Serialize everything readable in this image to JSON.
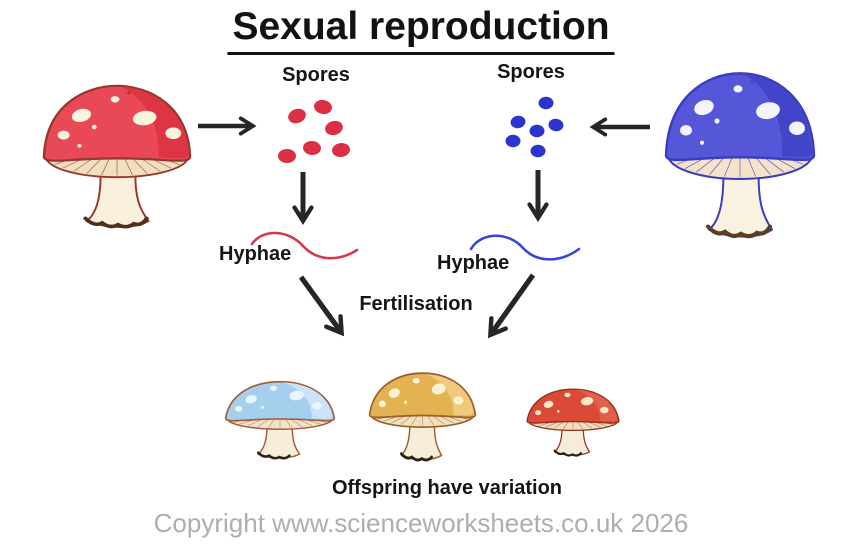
{
  "title": "Sexual reproduction",
  "labels": {
    "spores_left": "Spores",
    "spores_right": "Spores",
    "hyphae_left": "Hyphae",
    "hyphae_right": "Hyphae",
    "fertilisation": "Fertilisation",
    "offspring": "Offspring have variation"
  },
  "footer": {
    "copyright": "Copyright www.scienceworksheets.co.uk 2026"
  },
  "colors": {
    "background": "#FFFFFF",
    "arrow": "#262626",
    "text": "#151515",
    "copyright_text": "#AFAEAE",
    "wave_red": "#D63850",
    "wave_blue": "#3A45D8"
  },
  "spores": {
    "left": {
      "count": 6,
      "color": "#DC2E44"
    },
    "right": {
      "count": 6,
      "color": "#2B35CE"
    }
  },
  "mushrooms": {
    "parent_red": {
      "kind": "parent",
      "colors": {
        "cap": "#E94957",
        "cap_shade": "#DE3545",
        "spots": "#FCF3DF",
        "gills": "#F0DFC0",
        "stem": "#F8EFDD",
        "outline": "#94372C",
        "dirt": "#4E3018"
      }
    },
    "parent_blue": {
      "kind": "parent",
      "colors": {
        "cap": "#5557D8",
        "cap_shade": "#4345C8",
        "spots": "#F2F4FE",
        "gills": "#F3E4C9",
        "stem": "#FAF2E1",
        "outline": "#3B3DC0",
        "dirt": "#5E3D20"
      }
    },
    "offspring_blue": {
      "kind": "offspring",
      "colors": {
        "cap": "#A6CFEE",
        "cap_shade": "#C9E4F8",
        "spots": "#E9F5FD",
        "gills": "#F1E3C6",
        "stem": "#F7EEDA",
        "outline": "#A05B3B",
        "dirt": "#2E2216"
      }
    },
    "offspring_yellow": {
      "kind": "offspring",
      "colors": {
        "cap": "#E3B253",
        "cap_shade": "#EECA7F",
        "spots": "#FBF2CF",
        "gills": "#F1E0BE",
        "stem": "#F7EEDA",
        "outline": "#9C5E2B",
        "dirt": "#2E2216"
      }
    },
    "offspring_red": {
      "kind": "offspring",
      "colors": {
        "cap": "#DA4A36",
        "cap_shade": "#E2604B",
        "spots": "#F7E8C4",
        "gills": "#F0DFBE",
        "stem": "#F6EDD8",
        "outline": "#93301F",
        "dirt": "#2E2216"
      }
    }
  }
}
